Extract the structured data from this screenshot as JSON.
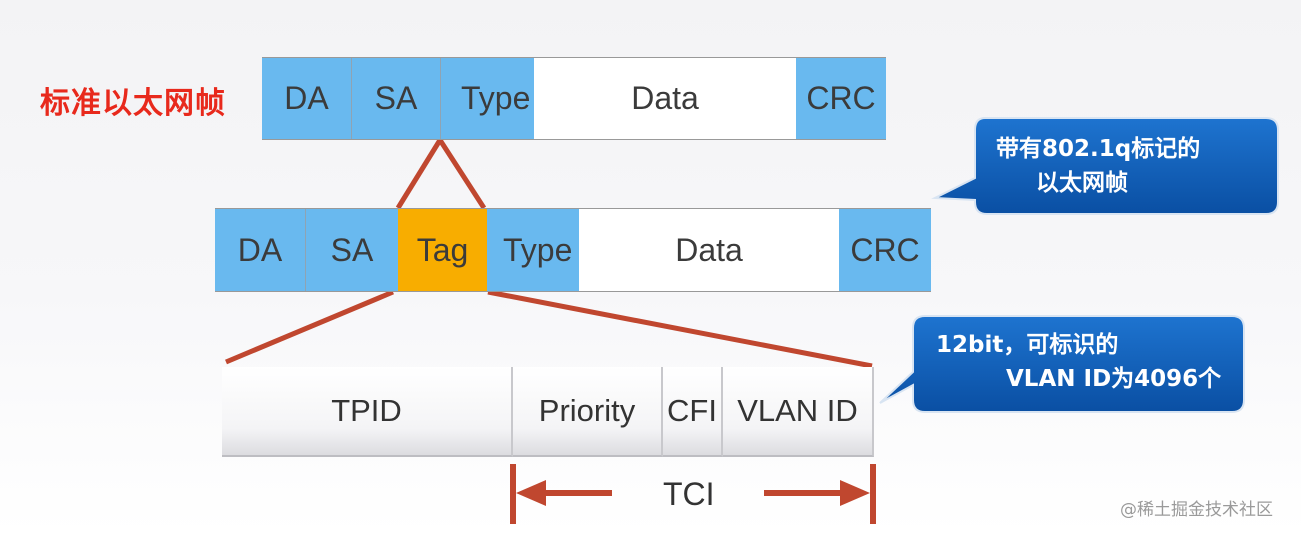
{
  "standard_frame": {
    "title": "标准以太网帧",
    "fields": [
      "DA",
      "SA",
      "Type",
      "Data",
      "CRC"
    ]
  },
  "tagged_frame": {
    "fields": [
      "DA",
      "SA",
      "Tag",
      "Type",
      "Data",
      "CRC"
    ]
  },
  "tag_detail": {
    "fields": [
      "TPID",
      "Priority",
      "CFI",
      "VLAN ID"
    ],
    "tci_label": "TCI"
  },
  "callouts": {
    "tagged": {
      "line1": "带有802.1q标记的",
      "line2": "以太网帧"
    },
    "vlan": {
      "line1": "12bit，可标识的",
      "line2": "VLAN ID为4096个"
    }
  },
  "watermark": "@稀土掘金技术社区",
  "colors": {
    "field_blue": "#69b9ef",
    "tag_orange": "#f8ad00",
    "title_red": "#e8291c",
    "connector_red": "#c0472f",
    "callout_blue": "#0c5fb8"
  }
}
